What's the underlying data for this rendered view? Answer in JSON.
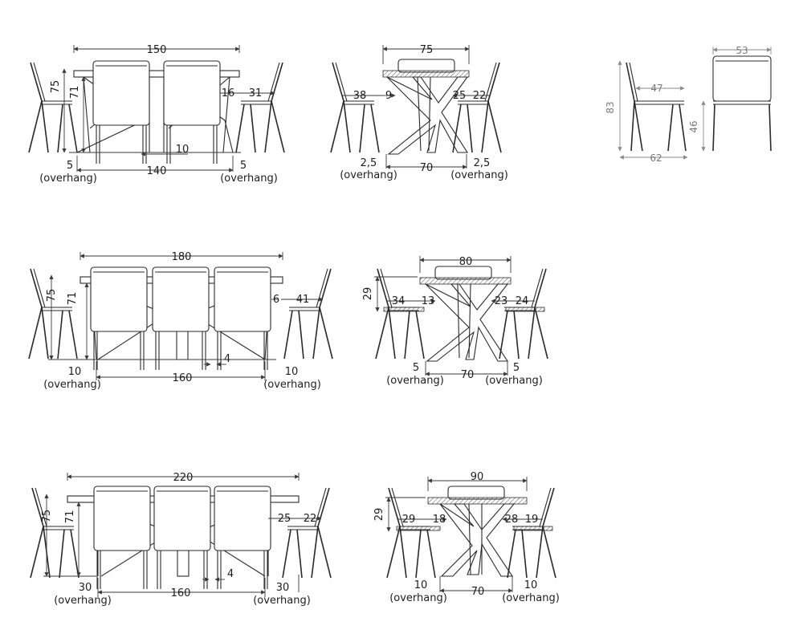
{
  "overhang_label": "(overhang)",
  "chairs": {
    "depth": "47",
    "seat_height": "46",
    "height": "83",
    "width": "53",
    "leg_depth": "62"
  },
  "row1": {
    "front": {
      "length": "150",
      "height": "75",
      "inner_height": "71",
      "gap_a": "16",
      "gap_b": "31",
      "leg_span": "140",
      "overhang_left": "5",
      "overhang_right": "5",
      "leg_width": "10"
    },
    "side": {
      "width": "75",
      "left_a": "38",
      "left_b": "9",
      "right_a": "25",
      "right_b": "22",
      "leg_span": "70",
      "overhang_left": "2,5",
      "overhang_right": "2,5"
    }
  },
  "row2": {
    "front": {
      "length": "180",
      "height": "75",
      "inner_height": "71",
      "gap_a": "6",
      "gap_b": "41",
      "leg_span": "160",
      "overhang_left": "10",
      "overhang_right": "10",
      "leg_width": "4"
    },
    "side": {
      "width": "80",
      "height": "29",
      "left_a": "34",
      "left_b": "13",
      "right_a": "23",
      "right_b": "24",
      "leg_span": "70",
      "overhang_left": "5",
      "overhang_right": "5"
    }
  },
  "row3": {
    "front": {
      "length": "220",
      "height": "75",
      "inner_height": "71",
      "gap_a": "25",
      "gap_b": "22",
      "leg_span": "160",
      "overhang_left": "30",
      "overhang_right": "30",
      "leg_width": "4"
    },
    "side": {
      "width": "90",
      "height": "29",
      "left_a": "29",
      "left_b": "18",
      "right_a": "28",
      "right_b": "19",
      "leg_span": "70",
      "overhang_left": "10",
      "overhang_right": "10"
    }
  }
}
